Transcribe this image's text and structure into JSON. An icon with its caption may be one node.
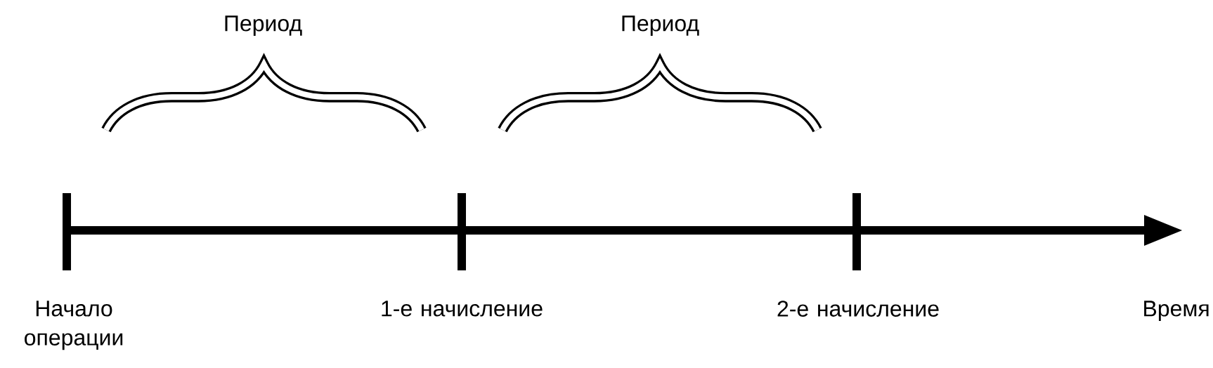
{
  "diagram": {
    "labels": [
      "Период",
      "Период",
      "Начало операции",
      "1-е начисление",
      "2-е начисление",
      "Время"
    ]
  }
}
